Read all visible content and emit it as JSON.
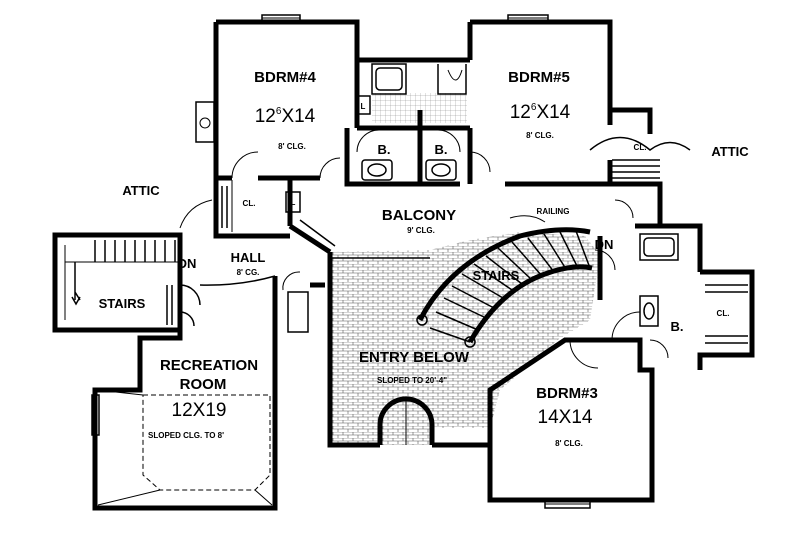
{
  "rooms": {
    "bdrm4": {
      "name": "BDRM#4",
      "dim_a": "12",
      "dim_sup": "6",
      "dim_b": "X14",
      "clg": "8' CLG."
    },
    "bdrm5": {
      "name": "BDRM#5",
      "dim_a": "12",
      "dim_sup": "6",
      "dim_b": "X14",
      "clg": "8' CLG."
    },
    "bdrm3": {
      "name": "BDRM#3",
      "dim": "14X14",
      "clg": "8' CLG."
    },
    "recreation": {
      "name_line1": "RECREATION",
      "name_line2": "ROOM",
      "dim": "12X19",
      "clg": "SLOPED CLG.  TO 8'"
    },
    "balcony": {
      "name": "BALCONY",
      "clg": "9' CLG."
    },
    "hall": {
      "name": "HALL",
      "clg": "8' CG."
    },
    "entry": {
      "name": "ENTRY BELOW",
      "note": "SLOPED TO  20'-4\""
    }
  },
  "labels": {
    "attic_left": "ATTIC",
    "attic_right": "ATTIC",
    "stairs_left": "STAIRS",
    "stairs_main": "STAIRS",
    "dn_left": "DN",
    "dn_right": "DN",
    "railing": "RAILING",
    "bath_left": "B.",
    "bath_mid": "B.",
    "bath_right": "B.",
    "closet_hall": "CL.",
    "closet_bdrm5": "CL.",
    "closet_right": "CL.",
    "linen_top": "L",
    "linen_hall": "L"
  }
}
